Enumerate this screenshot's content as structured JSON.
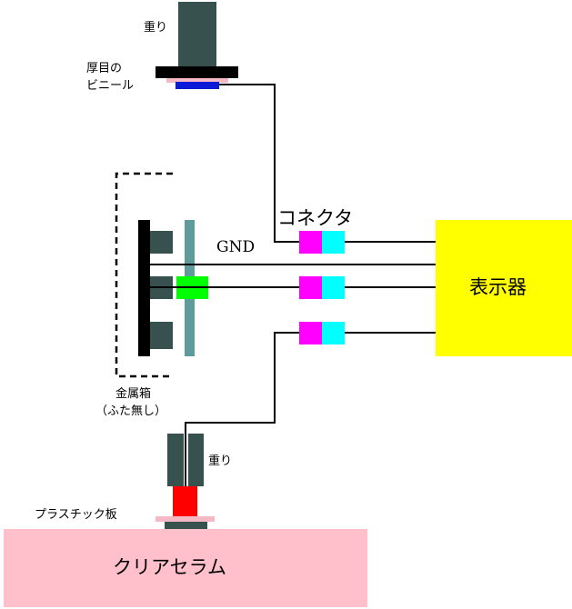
{
  "labels": {
    "weight_top": "重り",
    "thick_vinyl_line1": "厚目の",
    "thick_vinyl_line2": "ビニール",
    "connector": "コネクタ",
    "gnd": "GND",
    "display": "表示器",
    "metal_box_line1": "金属箱",
    "metal_box_line2": "（ふた無し）",
    "weight_bottom": "重り",
    "plastic_plate": "プラスチック板",
    "clear_ceramic": "クリアセラム"
  },
  "colors": {
    "weight": "#37514f",
    "plate_black": "#000000",
    "vinyl_pink": "#f4b9c4",
    "electrode_blue": "#0b1ad6",
    "connector_magenta": "#ff00ff",
    "connector_cyan": "#00ffff",
    "display_yellow": "#ffff00",
    "shield_teal": "#5f9b9a",
    "green_block": "#00ff00",
    "electrode_red": "#ff0000",
    "ceramic_pink": "#ffc0cb",
    "wire": "#000000"
  }
}
